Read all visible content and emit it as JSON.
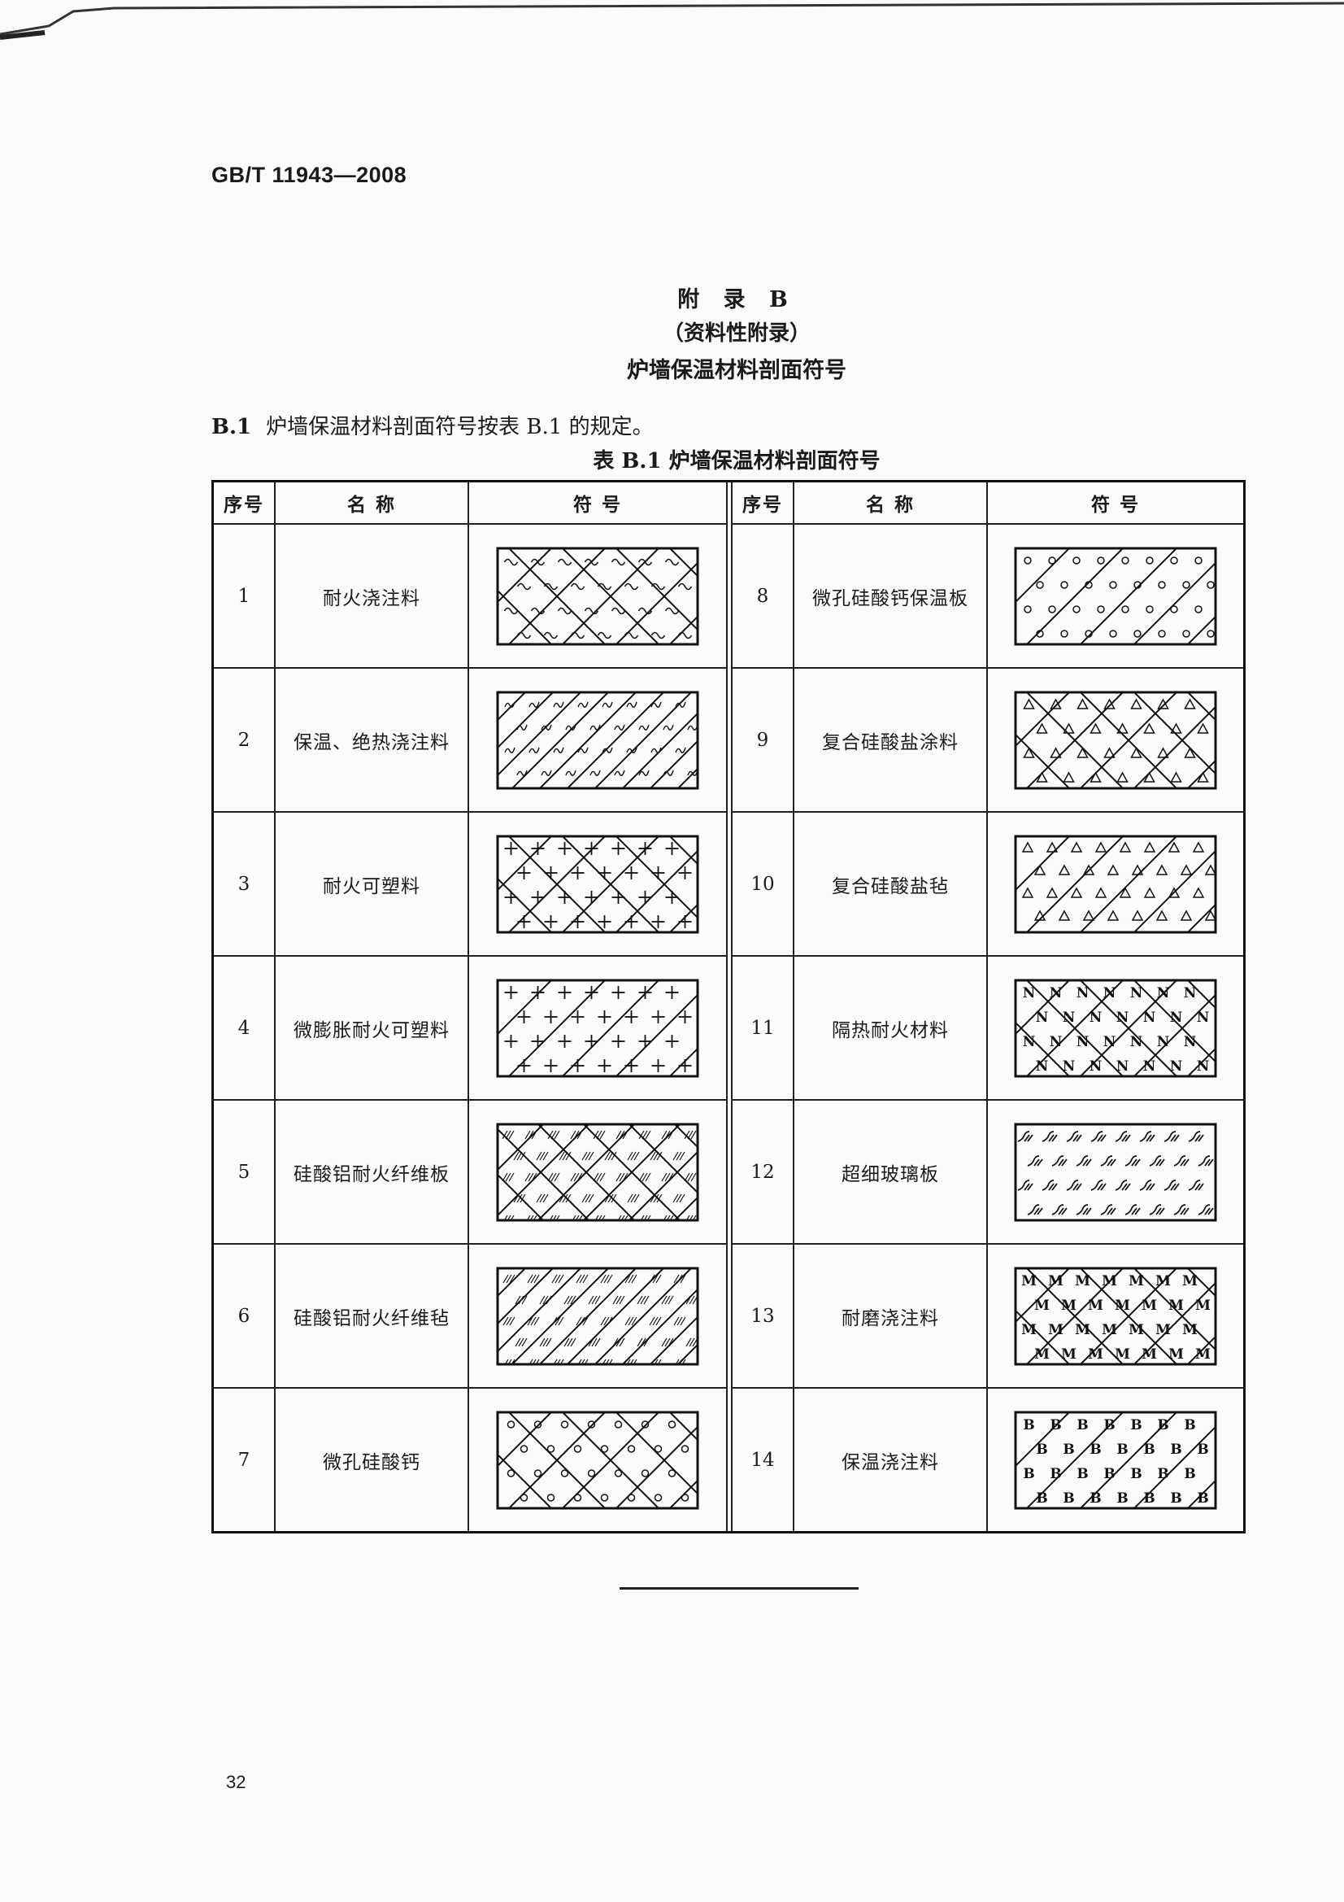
{
  "header": {
    "standard_number": "GB/T 11943—2008"
  },
  "annex": {
    "title": "附 录 B",
    "type": "（资料性附录）",
    "heading": "炉墙保温材料剖面符号"
  },
  "clause": {
    "number": "B.1",
    "text": "炉墙保温材料剖面符号按表 B.1 的规定。"
  },
  "table": {
    "caption": "表 B.1  炉墙保温材料剖面符号",
    "headers": {
      "no": "序号",
      "name": "名  称",
      "symbol": "符  号"
    },
    "rows": [
      {
        "left": {
          "no": "1",
          "name": "耐火浇注料",
          "symbol_icon": "refractory-castable-hatch"
        },
        "right": {
          "no": "8",
          "name": "微孔硅酸钙保温板",
          "symbol_icon": "microporous-calcium-silicate-board-hatch"
        }
      },
      {
        "left": {
          "no": "2",
          "name": "保温、绝热浇注料",
          "symbol_icon": "insulating-castable-hatch"
        },
        "right": {
          "no": "9",
          "name": "复合硅酸盐涂料",
          "symbol_icon": "composite-silicate-coating-hatch"
        }
      },
      {
        "left": {
          "no": "3",
          "name": "耐火可塑料",
          "symbol_icon": "refractory-plastic-hatch"
        },
        "right": {
          "no": "10",
          "name": "复合硅酸盐毡",
          "symbol_icon": "composite-silicate-felt-hatch"
        }
      },
      {
        "left": {
          "no": "4",
          "name": "微膨胀耐火可塑料",
          "symbol_icon": "micro-expansion-refractory-plastic-hatch"
        },
        "right": {
          "no": "11",
          "name": "隔热耐火材料",
          "symbol_icon": "insulating-refractory-hatch"
        }
      },
      {
        "left": {
          "no": "5",
          "name": "硅酸铝耐火纤维板",
          "symbol_icon": "aluminosilicate-fiber-board-hatch"
        },
        "right": {
          "no": "12",
          "name": "超细玻璃板",
          "symbol_icon": "superfine-glass-board-hatch"
        }
      },
      {
        "left": {
          "no": "6",
          "name": "硅酸铝耐火纤维毡",
          "symbol_icon": "aluminosilicate-fiber-felt-hatch"
        },
        "right": {
          "no": "13",
          "name": "耐磨浇注料",
          "symbol_icon": "wear-resistant-castable-hatch"
        }
      },
      {
        "left": {
          "no": "7",
          "name": "微孔硅酸钙",
          "symbol_icon": "microporous-calcium-silicate-hatch"
        },
        "right": {
          "no": "14",
          "name": "保温浇注料",
          "symbol_icon": "thermal-insulation-castable-hatch"
        }
      }
    ]
  },
  "footer": {
    "page_number": "32"
  }
}
